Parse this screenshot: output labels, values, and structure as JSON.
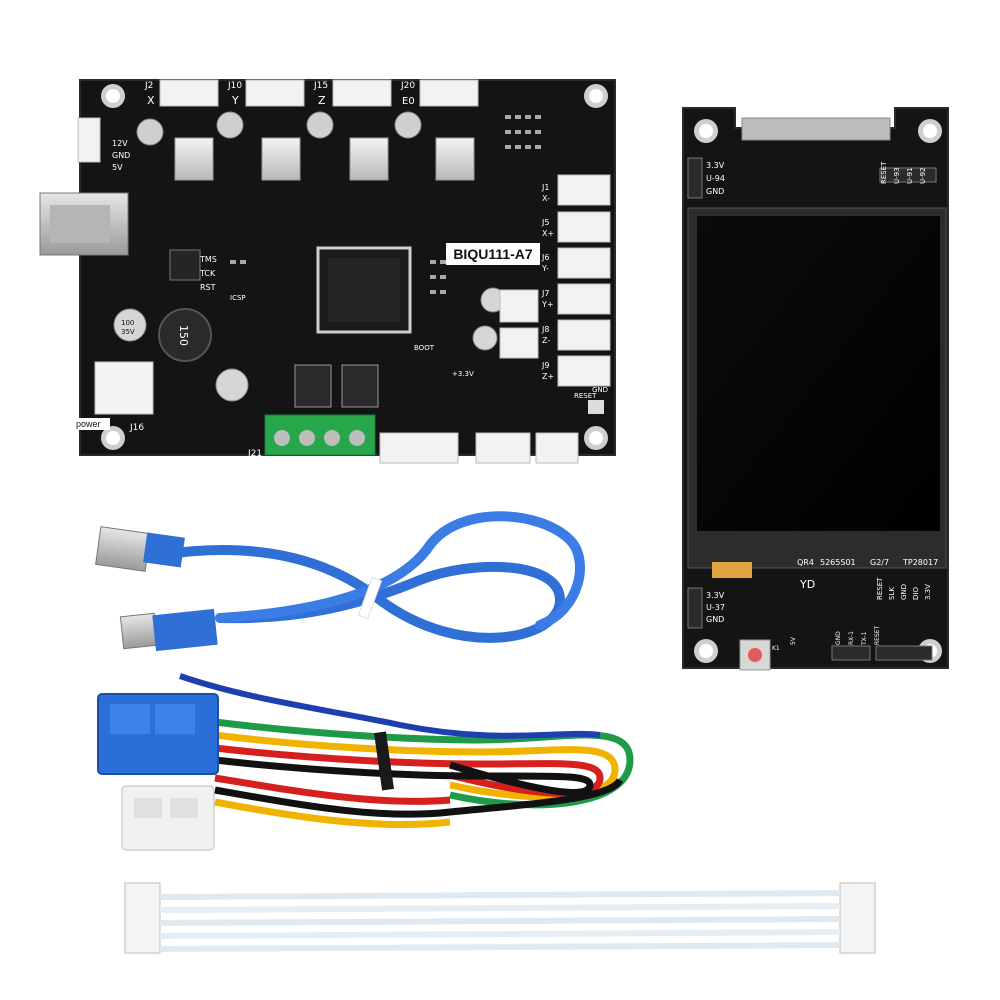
{
  "mainboard": {
    "model_label": "BIQU111-A7",
    "axis_labels": [
      "X",
      "Y",
      "Z",
      "E0"
    ],
    "connector_ids": [
      "J2",
      "J10",
      "J15",
      "J20"
    ],
    "right_labels": [
      "J1",
      "X-",
      "J5",
      "X+",
      "J6",
      "Y-",
      "J7",
      "Y+",
      "J8",
      "Z-",
      "J9",
      "Z+"
    ],
    "power_pins": [
      "12V",
      "GND",
      "5V"
    ],
    "power_label": "power",
    "jack_label": "J16",
    "inductor_label": "150",
    "cap_label": "100",
    "cap_rating": "35V",
    "terminal_label": "J21",
    "jtag_labels": [
      "TMS",
      "TCK",
      "RST"
    ],
    "reset_label": "RESET",
    "gnd_label": "GND",
    "boot_label": "BOOT",
    "v33_label": "+3.3V",
    "icsp_label": "ICSP"
  },
  "display": {
    "top_pins": [
      "3.3V",
      "U-94",
      "GND"
    ],
    "top_vertical": [
      "RESET",
      "U-93",
      "U-91",
      "U-92"
    ],
    "bottom_pins": [
      "3.3V",
      "U-37",
      "GND"
    ],
    "bottom_vertical": [
      "RESET",
      "SLK",
      "GND",
      "DIO",
      "3.3V"
    ],
    "serial_vertical": [
      "5V",
      "GND",
      "RX-1",
      "TX-1",
      "RESET"
    ],
    "strip_text": [
      "QR4",
      "5265S01",
      "G2/7",
      "TP28017"
    ],
    "yd_label": "YD",
    "key_label": "K1"
  },
  "colors": {
    "pcb": "#141414",
    "usb_cable": "#2f6fd6",
    "connector_blue": "#2a6fd8",
    "wire_red": "#d62020",
    "wire_yellow": "#f0b400",
    "wire_green": "#1f9a48",
    "wire_black": "#111111",
    "terminal_green": "#27a64a"
  },
  "icons": [
    "usb-cable-icon",
    "wire-harness-icon",
    "ribbon-cable-icon",
    "mounting-hole-icon"
  ]
}
